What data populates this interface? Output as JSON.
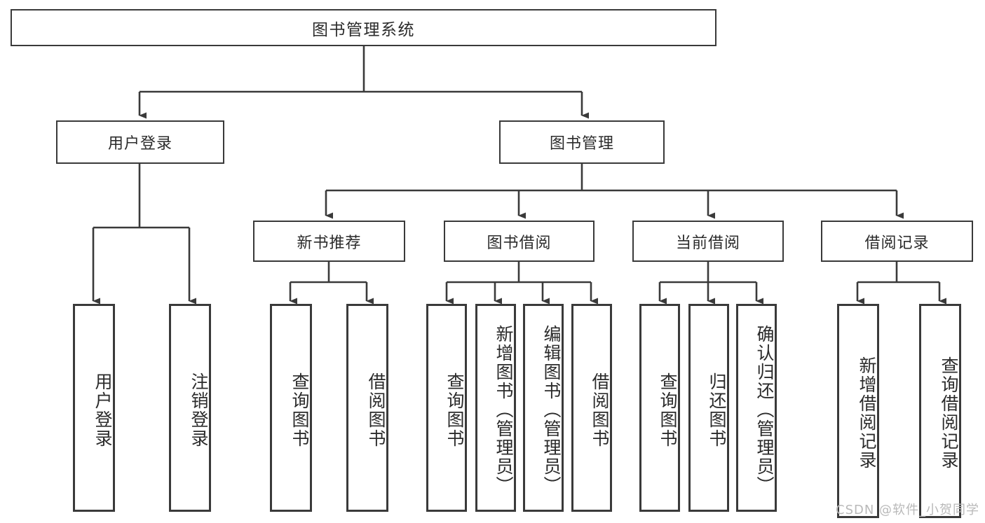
{
  "diagram": {
    "title": "图书管理系统",
    "type": "tree",
    "root": {
      "label": "图书管理系统"
    },
    "level2": [
      {
        "label": "用户登录"
      },
      {
        "label": "图书管理"
      }
    ],
    "level3": [
      {
        "label": "新书推荐"
      },
      {
        "label": "图书借阅"
      },
      {
        "label": "当前借阅"
      },
      {
        "label": "借阅记录"
      }
    ],
    "leaves": [
      {
        "label": "用户登录",
        "parent": "用户登录"
      },
      {
        "label": "注销登录",
        "parent": "用户登录"
      },
      {
        "label": "查询图书",
        "parent": "新书推荐"
      },
      {
        "label": "借阅图书",
        "parent": "新书推荐"
      },
      {
        "label": "查询图书",
        "parent": "图书借阅"
      },
      {
        "label": "新增图书（管理员）",
        "parent": "图书借阅"
      },
      {
        "label": "编辑图书（管理员）",
        "parent": "图书借阅"
      },
      {
        "label": "借阅图书",
        "parent": "图书借阅"
      },
      {
        "label": "查询图书",
        "parent": "当前借阅"
      },
      {
        "label": "归还图书",
        "parent": "当前借阅"
      },
      {
        "label": "确认归还（管理员）",
        "parent": "当前借阅"
      },
      {
        "label": "新增借阅记录",
        "parent": "借阅记录"
      },
      {
        "label": "查询借阅记录",
        "parent": "借阅记录"
      }
    ],
    "colors": {
      "stroke": "#3a3a3a",
      "text": "#2b2b2b",
      "background": "#ffffff",
      "watermark": "#b9b9b9"
    }
  },
  "watermark": {
    "text": "CSDN @软件_小贺同学"
  }
}
